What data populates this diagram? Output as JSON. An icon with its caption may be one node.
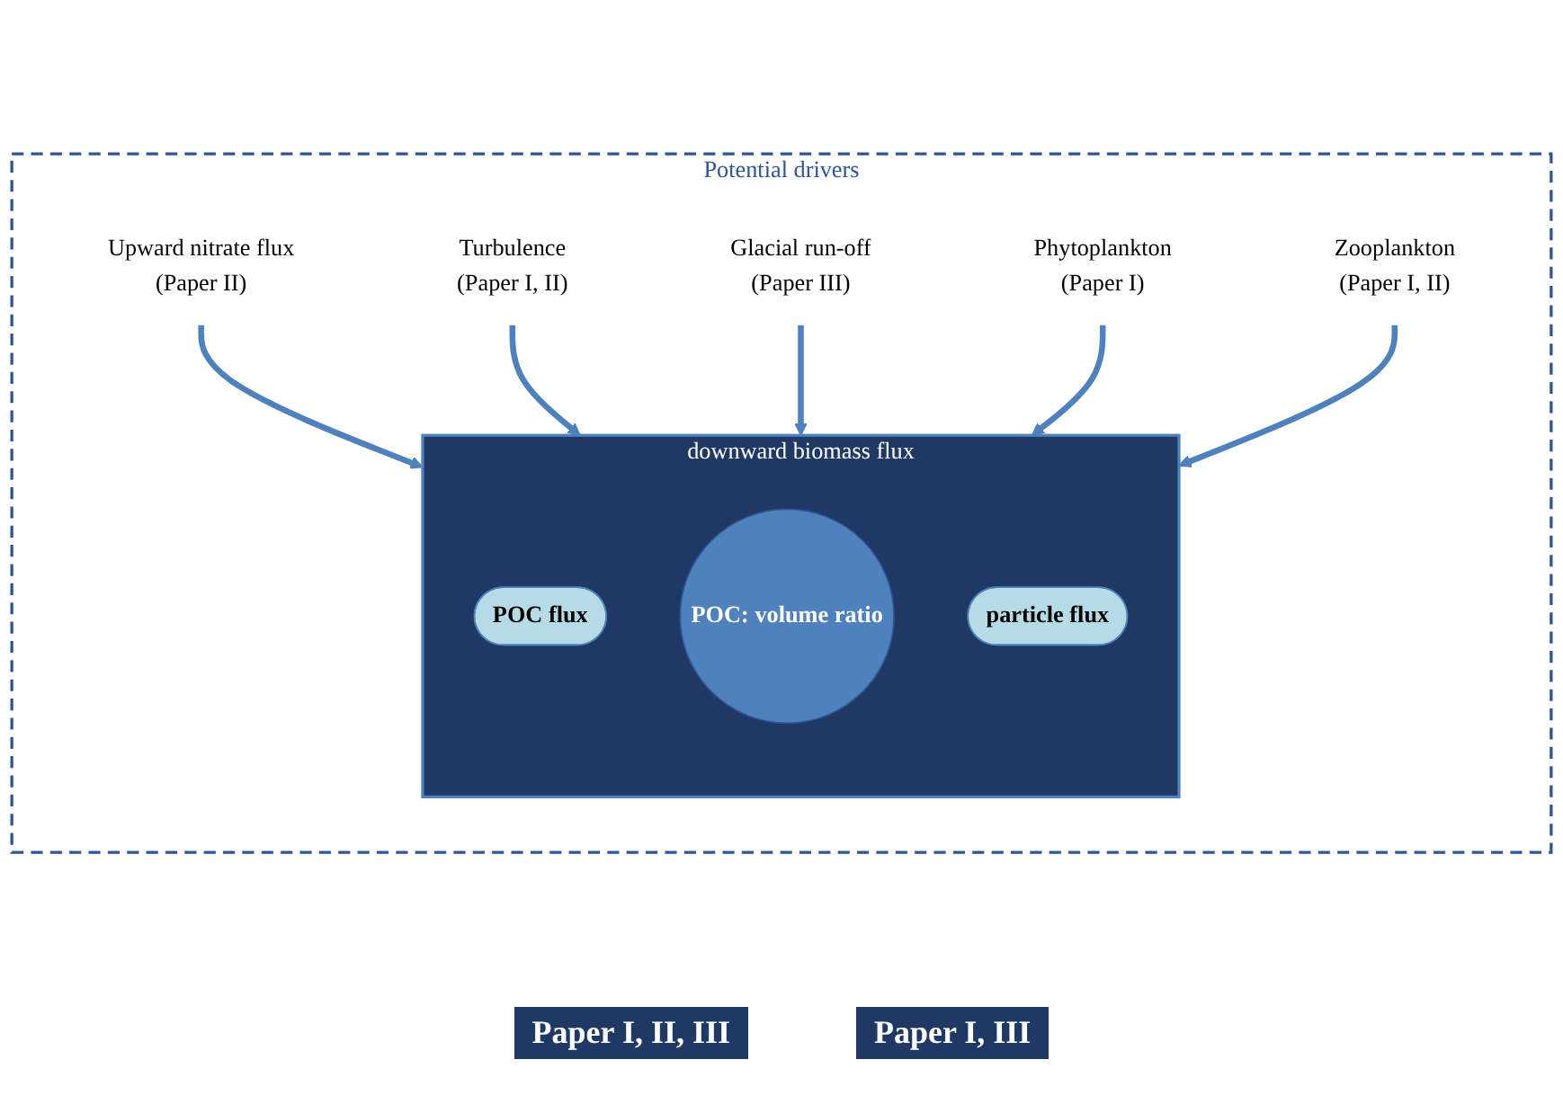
{
  "diagram": {
    "nodes": [
      {
        "text": [
          "Potential drivers"
        ]
      },
      {
        "text": [
          "downward biomass flux"
        ],
        "in": 0
      },
      {
        "text": [
          "POC flux"
        ],
        "in": 1
      },
      {
        "text": [
          "POC: volume ratio"
        ],
        "in": 1
      },
      {
        "text": [
          "particle flux"
        ],
        "in": 1
      },
      {
        "text": [
          "Upward nitrate flux",
          "(Paper II)"
        ],
        "in": 0
      },
      {
        "text": [
          "Turbulence",
          "(Paper I, II)"
        ],
        "in": 0
      },
      {
        "text": [
          "Glacial run-off",
          "(Paper III)"
        ],
        "in": 0
      },
      {
        "text": [
          "Phytoplankton",
          "(Paper I)"
        ],
        "in": 0
      },
      {
        "text": [
          "Zooplankton",
          "(Paper I, II)"
        ],
        "in": 0
      }
    ],
    "edges": [
      {
        "from": 5,
        "to": 1,
        "arrow": "to"
      },
      {
        "from": 6,
        "to": 1,
        "arrow": "to"
      },
      {
        "from": 7,
        "to": 1,
        "arrow": "to"
      },
      {
        "from": 8,
        "to": 1,
        "arrow": "to"
      },
      {
        "from": 9,
        "to": 1,
        "arrow": "to"
      }
    ],
    "labels": [
      "Paper I, II, III",
      "Paper I, III"
    ]
  }
}
